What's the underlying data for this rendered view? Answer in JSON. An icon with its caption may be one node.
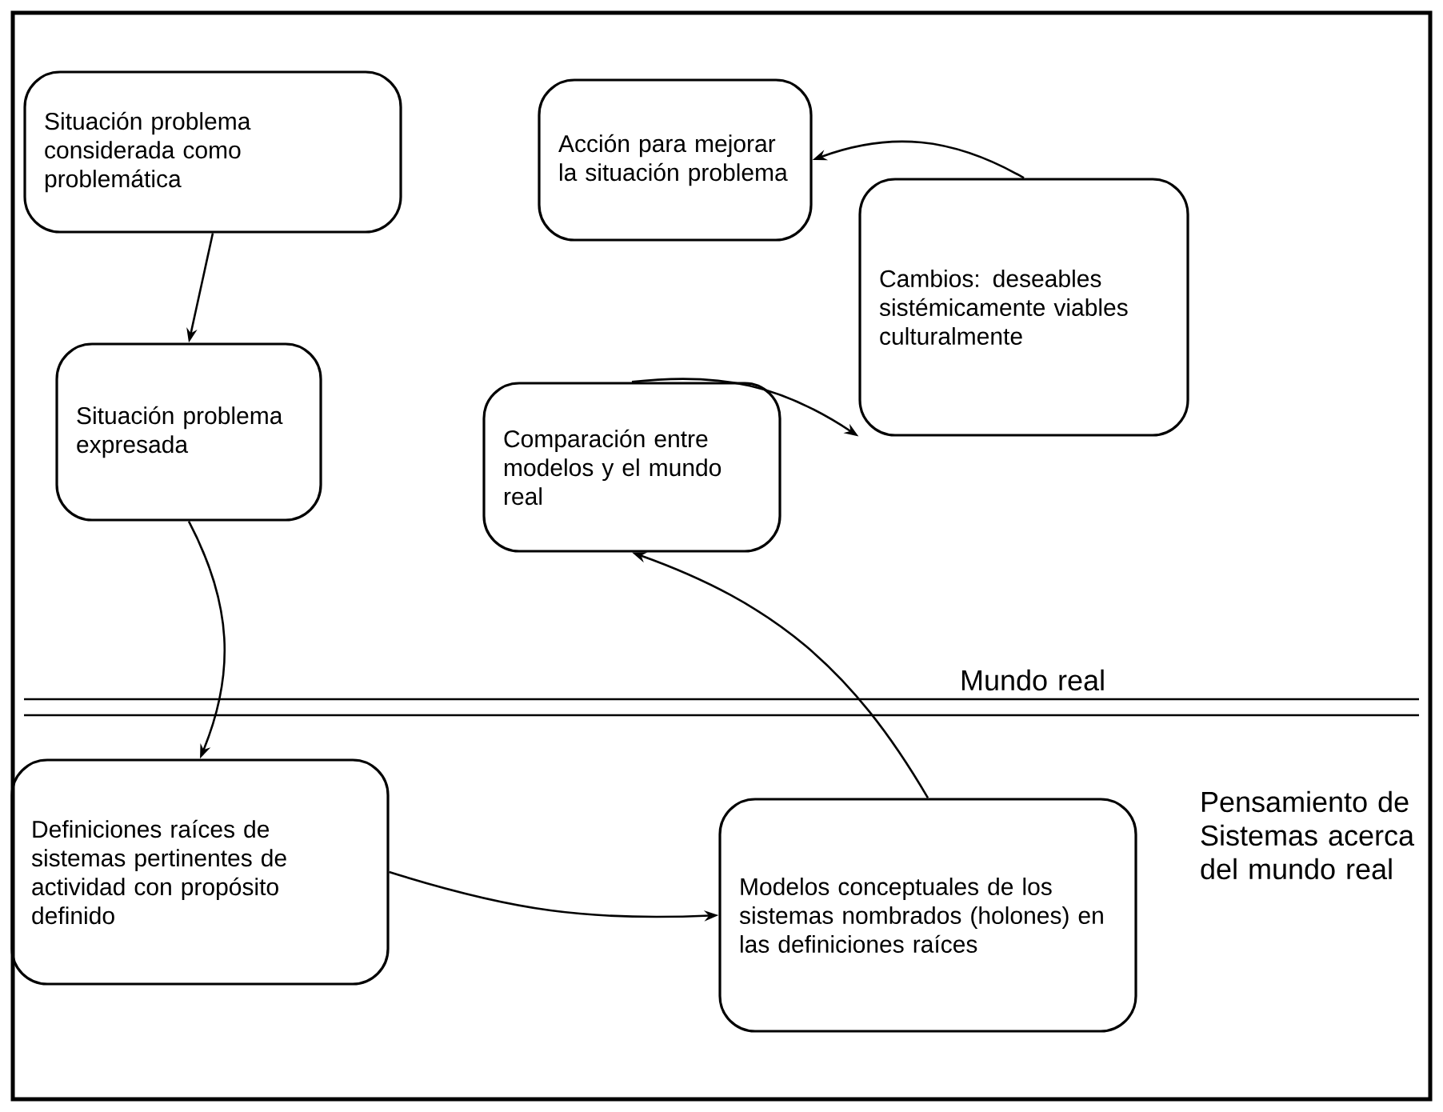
{
  "diagram": {
    "nodes": [
      {
        "text": [
          "Situación problema considerada como problemática"
        ]
      },
      {
        "text": [
          "Situación problema expresada"
        ]
      },
      {
        "text": [
          "Definiciones raíces de sistemas pertinentes de actividad con propósito definido"
        ]
      },
      {
        "text": [
          "Modelos conceptuales de los sistemas nombrados (holones) en las definiciones raíces"
        ]
      },
      {
        "text": [
          "Comparación entre modelos y el mundo real"
        ]
      },
      {
        "text": [
          "Cambios: deseables sistémicamente viables culturalmente"
        ]
      },
      {
        "text": [
          "Acción para mejorar la situación problema"
        ]
      }
    ],
    "edges": [
      {
        "from": 0,
        "to": 1,
        "arrow": "to"
      },
      {
        "from": 1,
        "to": 2,
        "arrow": "to"
      },
      {
        "from": 2,
        "to": 3,
        "arrow": "to"
      },
      {
        "from": 3,
        "to": 4,
        "arrow": "to"
      },
      {
        "from": 4,
        "to": 5,
        "arrow": "to"
      },
      {
        "from": 5,
        "to": 6,
        "arrow": "to"
      }
    ],
    "labels": [
      "Mundo real",
      "Pensamiento de Sistemas acerca del mundo real"
    ]
  }
}
